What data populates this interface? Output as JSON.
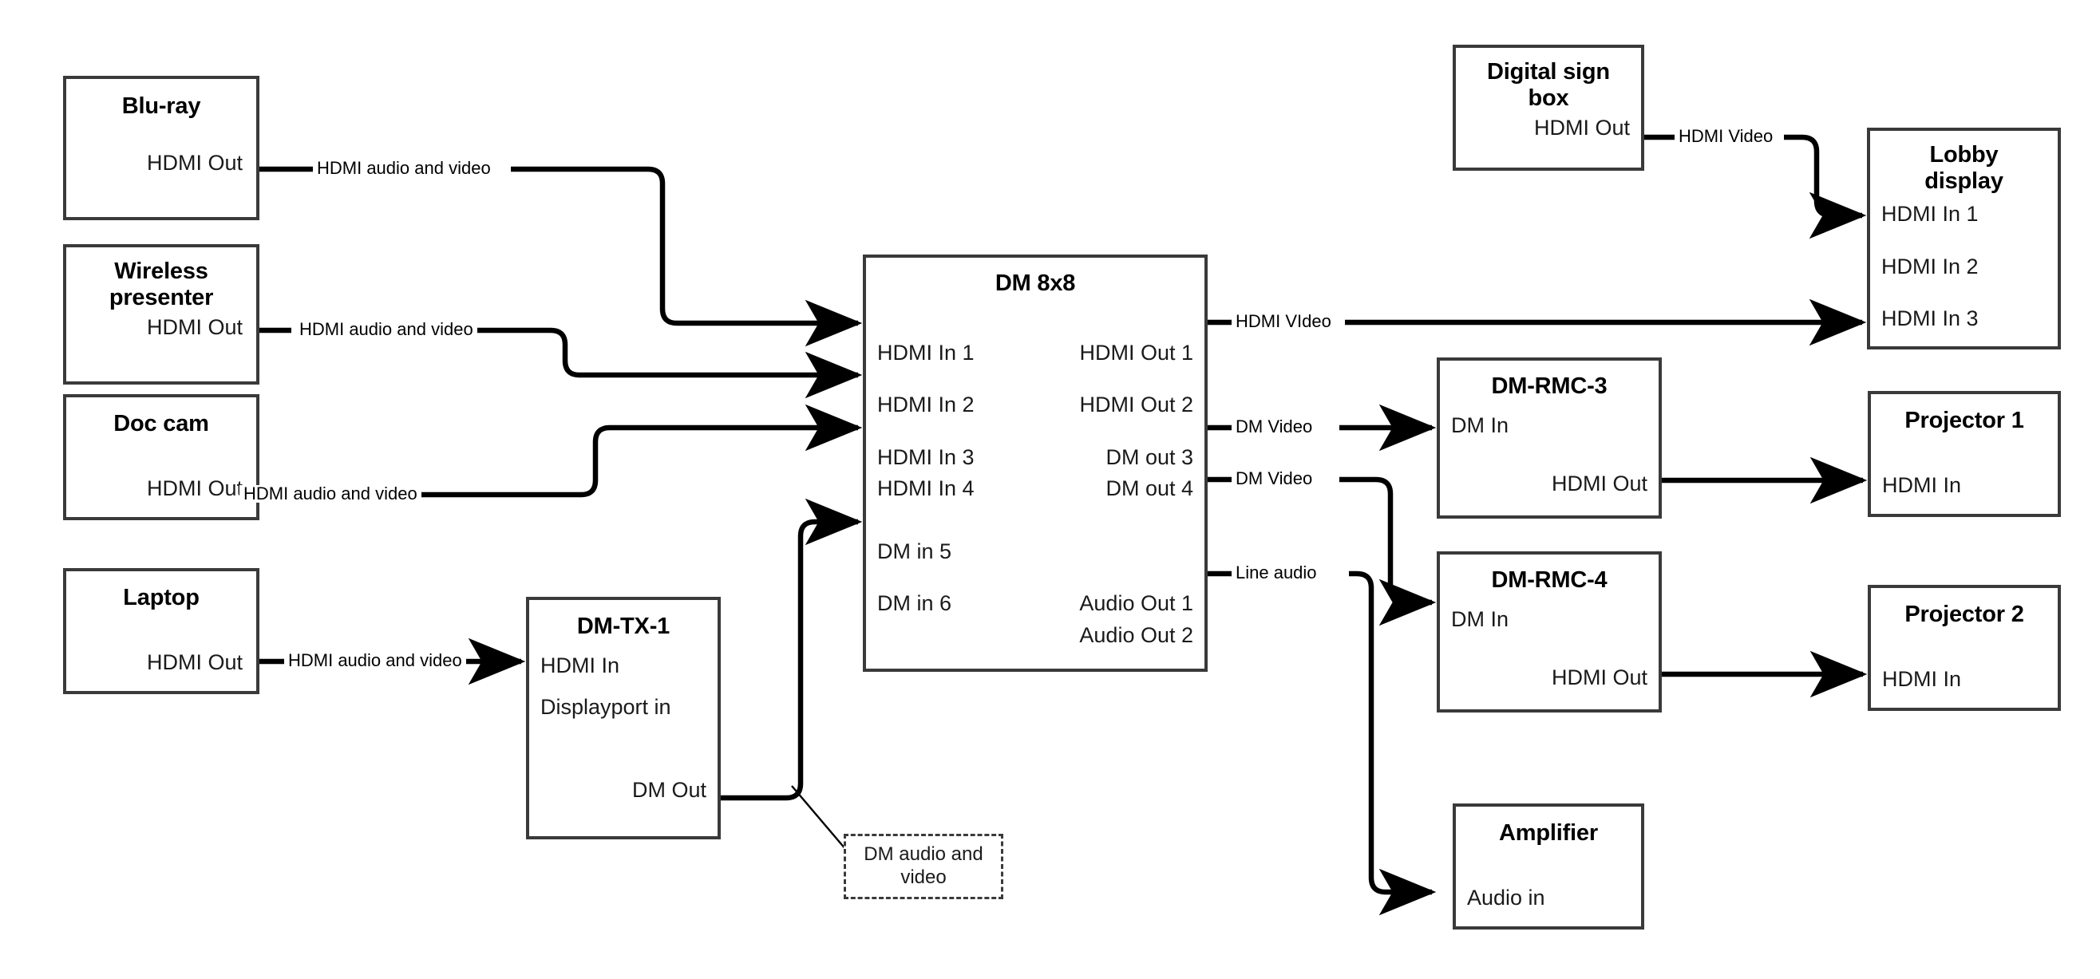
{
  "diagram": {
    "title": "AV signal flow — DM 8x8 matrix routing",
    "line_color": "#000000",
    "box_border_color": "#3a3a3a",
    "background": "#ffffff"
  },
  "nodes": {
    "bluray": {
      "title": "Blu-ray",
      "ports": [
        "HDMI Out"
      ]
    },
    "wireless": {
      "title": "Wireless\npresenter",
      "title_line1": "Wireless",
      "title_line2": "presenter",
      "ports": [
        "HDMI Out"
      ]
    },
    "doccam": {
      "title": "Doc cam",
      "ports": [
        "HDMI Out"
      ]
    },
    "laptop": {
      "title": "Laptop",
      "ports": [
        "HDMI Out"
      ]
    },
    "dmtx1": {
      "title": "DM-TX-1",
      "in1": "HDMI In",
      "in2": "Displayport in",
      "out1": "DM Out"
    },
    "dm8x8": {
      "title": "DM 8x8",
      "inputs": [
        "HDMI In 1",
        "HDMI In 2",
        "HDMI In 3",
        "HDMI In 4",
        "DM in 5",
        "DM in 6"
      ],
      "outputs": [
        "HDMI Out 1",
        "HDMI Out 2",
        "DM out 3",
        "DM out 4",
        "Audio Out 1",
        "Audio Out 2"
      ]
    },
    "digitalsign": {
      "title_line1": "Digital sign",
      "title_line2": "box",
      "ports": [
        "HDMI Out"
      ]
    },
    "lobby": {
      "title_line1": "Lobby",
      "title_line2": "display",
      "inputs": [
        "HDMI In 1",
        "HDMI In 2",
        "HDMI In 3"
      ]
    },
    "rmc3": {
      "title": "DM-RMC-3",
      "in1": "DM In",
      "out1": "HDMI Out"
    },
    "rmc4": {
      "title": "DM-RMC-4",
      "in1": "DM In",
      "out1": "HDMI Out"
    },
    "proj1": {
      "title": "Projector 1",
      "in1": "HDMI In"
    },
    "proj2": {
      "title": "Projector 2",
      "in1": "HDMI In"
    },
    "amplifier": {
      "title": "Amplifier",
      "in1": "Audio in"
    }
  },
  "edges": {
    "bluray_to_in1": "HDMI audio and video",
    "wireless_to_in2": "HDMI audio and video",
    "doccam_to_in3": "HDMI audio and video",
    "laptop_to_dmtx1": "HDMI audio and video",
    "sign_to_lobby": "HDMI Video",
    "hdmiout1_to_lobby3": "HDMI VIdeo",
    "dmout3_to_rmc3": "DM Video",
    "dmout4_to_rmc4": "DM Video",
    "audioout1_to_amp": "Line audio"
  },
  "annotations": {
    "dm_av": {
      "line1": "DM audio and",
      "line2": "video"
    }
  }
}
